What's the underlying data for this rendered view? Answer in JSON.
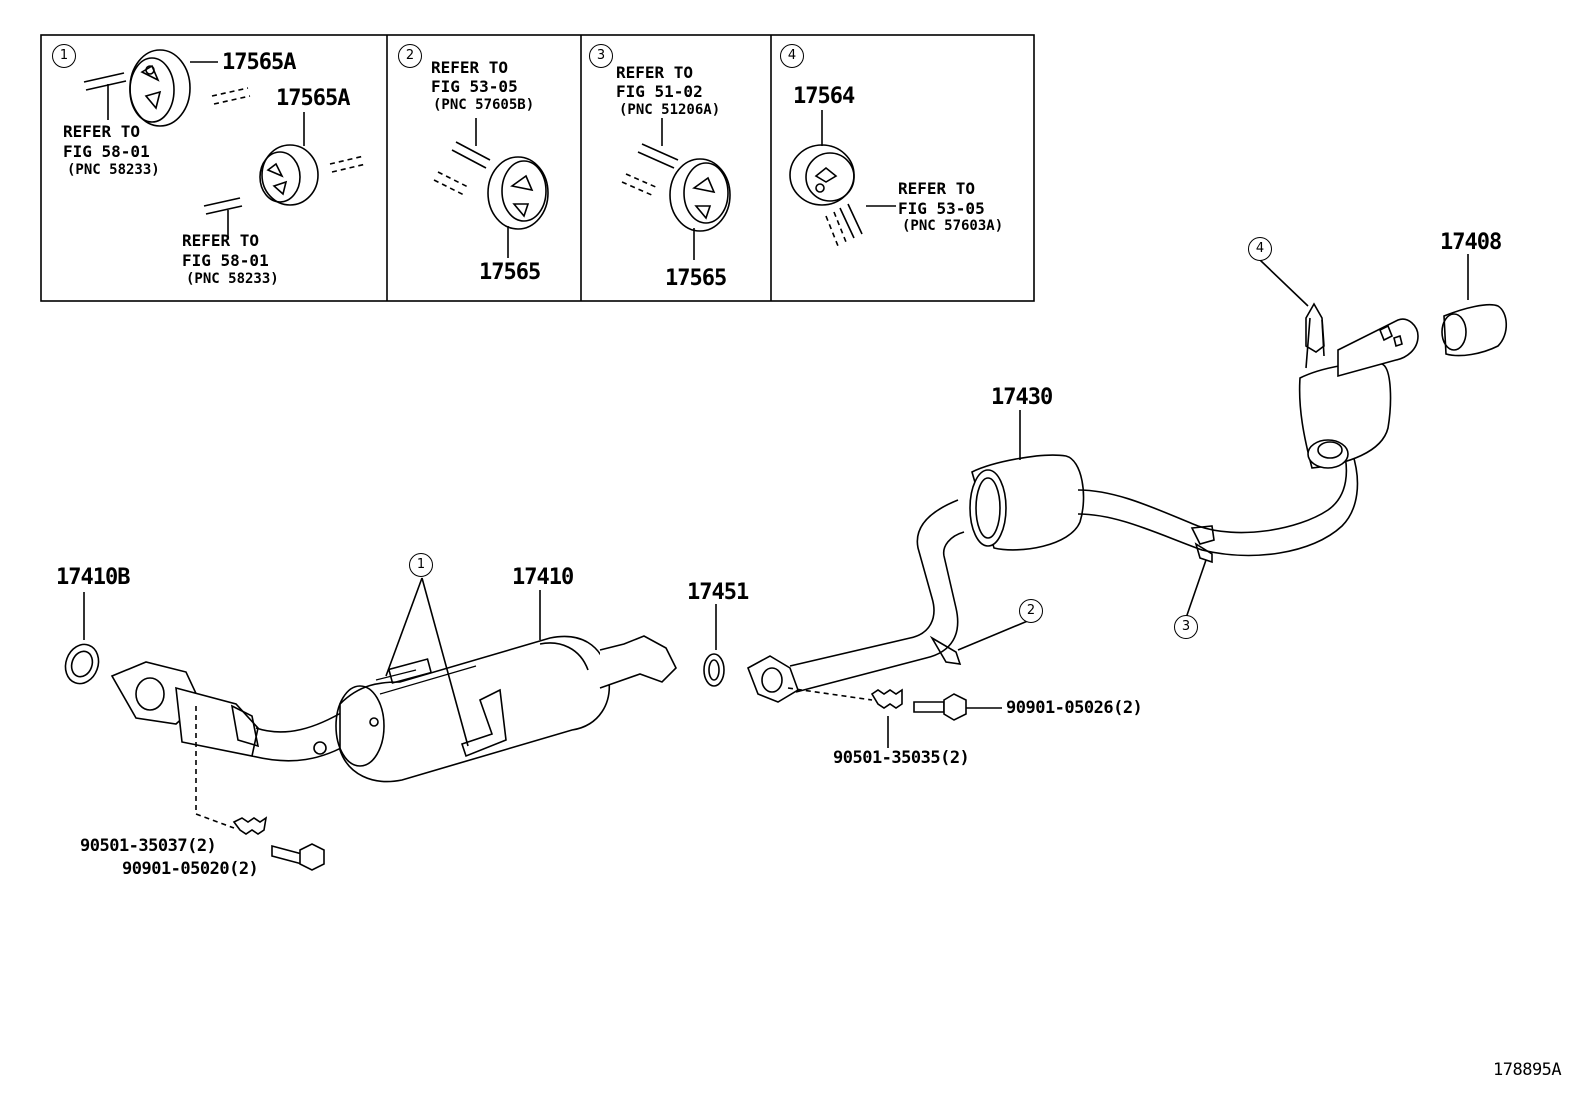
{
  "diagram_id": "178895A",
  "boxes": [
    {
      "num": "1",
      "parts": [
        "17565A",
        "17565A"
      ],
      "refs": [
        {
          "line1": "REFER TO",
          "line2": "FIG 58-01",
          "pnc": "(PNC 58233)"
        },
        {
          "line1": "REFER TO",
          "line2": "FIG 58-01",
          "pnc": "(PNC 58233)"
        }
      ]
    },
    {
      "num": "2",
      "parts": [
        "17565"
      ],
      "refs": [
        {
          "line1": "REFER TO",
          "line2": "FIG 53-05",
          "pnc": "(PNC 57605B)"
        }
      ]
    },
    {
      "num": "3",
      "parts": [
        "17565"
      ],
      "refs": [
        {
          "line1": "REFER TO",
          "line2": "FIG 51-02",
          "pnc": "(PNC 51206A)"
        }
      ]
    },
    {
      "num": "4",
      "parts": [
        "17564"
      ],
      "refs": [
        {
          "line1": "REFER TO",
          "line2": "FIG 53-05",
          "pnc": "(PNC 57603A)"
        }
      ]
    }
  ],
  "main": {
    "gasket_front": "17410B",
    "front_pipe": "17410",
    "gasket_mid": "17451",
    "center_pipe": "17430",
    "tail_pipe": "17408",
    "callouts": [
      "1",
      "2",
      "3",
      "4"
    ],
    "fasteners": [
      "90501-35037(2)",
      "90901-05020(2)",
      "90901-05026(2)",
      "90501-35035(2)"
    ]
  }
}
